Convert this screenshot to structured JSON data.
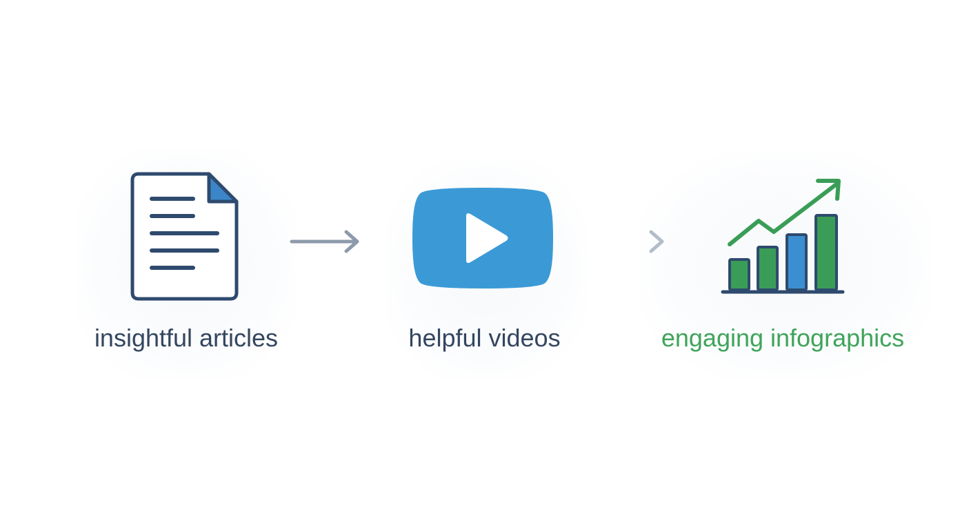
{
  "steps": [
    {
      "label": "insightful articles",
      "icon": "document-icon"
    },
    {
      "label": "helpful videos",
      "icon": "play-video-icon"
    },
    {
      "label": "engaging infographics",
      "icon": "growth-chart-icon"
    }
  ],
  "colors": {
    "navy": "#2e4a6e",
    "blue": "#3b9ad6",
    "green": "#3a9d57",
    "arrow_gray": "#8c9aab",
    "label_dark": "#34465f",
    "label_green": "#3fa45a"
  }
}
